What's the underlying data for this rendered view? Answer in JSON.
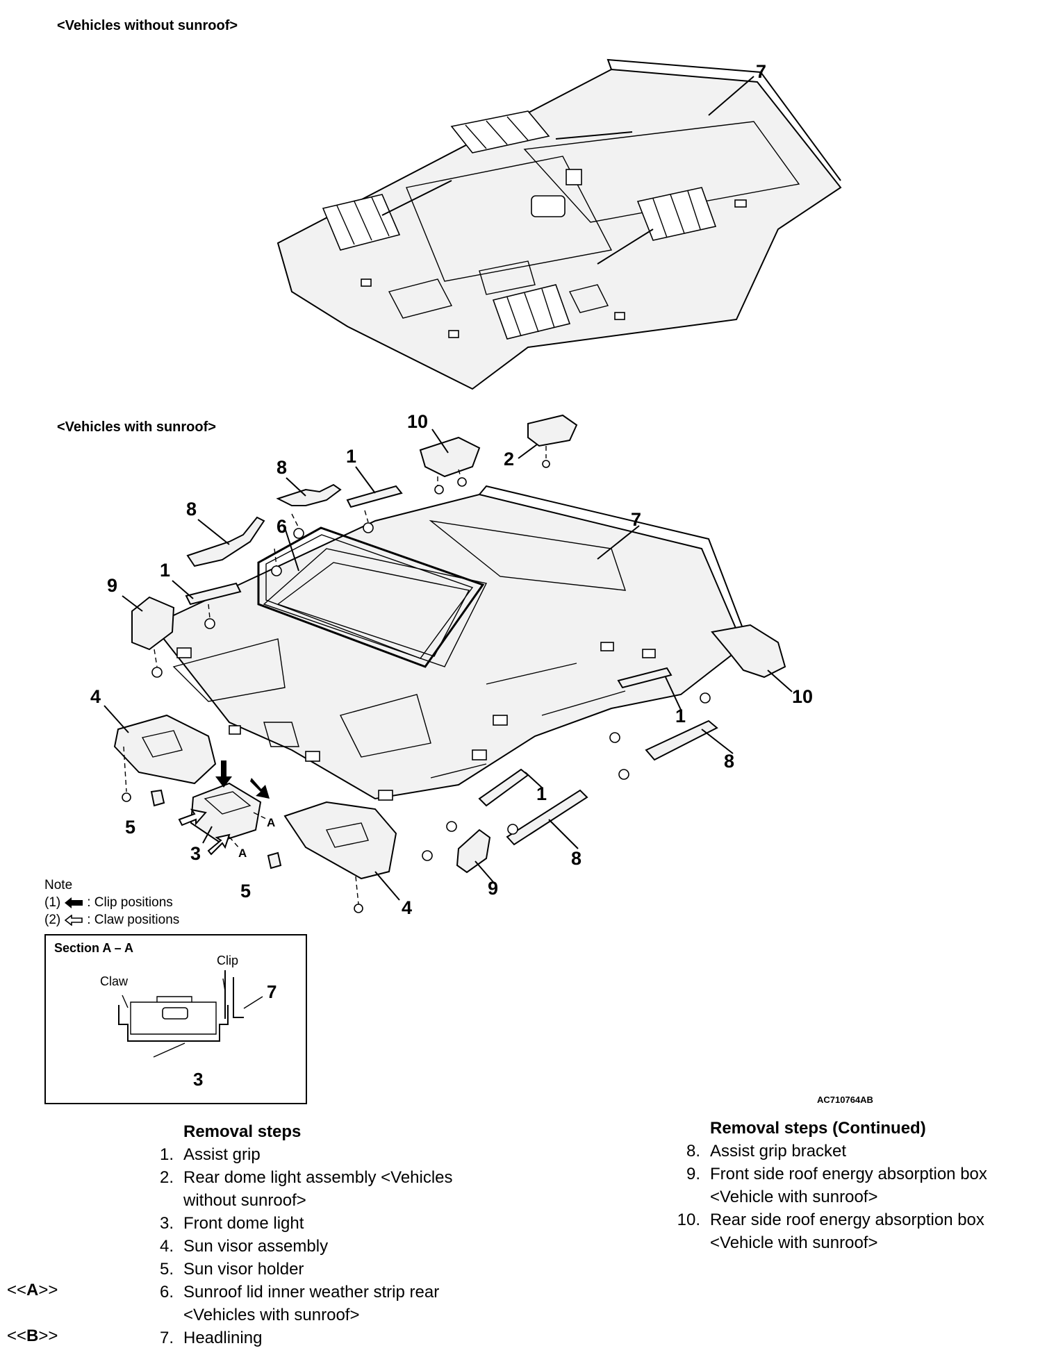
{
  "captions": {
    "without_sunroof": "<Vehicles without sunroof>",
    "with_sunroof": "<Vehicles with sunroof>"
  },
  "callouts": {
    "n1": "1",
    "n2": "2",
    "n3": "3",
    "n4": "4",
    "n5": "5",
    "n6": "6",
    "n7": "7",
    "n8": "8",
    "n9": "9",
    "n10": "10",
    "section_marker": "A"
  },
  "note": {
    "title": "Note",
    "item1_prefix": "(1)",
    "item1_text": ": Clip positions",
    "item2_prefix": "(2)",
    "item2_text": ": Claw positions"
  },
  "section": {
    "title": "Section A – A",
    "claw": "Claw",
    "clip": "Clip",
    "num7": "7",
    "num3": "3"
  },
  "figure_code": "AC710764AB",
  "removal_steps": {
    "title": "Removal steps",
    "items": [
      {
        "n": "1.",
        "text": "Assist grip"
      },
      {
        "n": "2.",
        "text": "Rear dome light assembly <Vehicles",
        "text2": "without sunroof>"
      },
      {
        "n": "3.",
        "text": "Front dome light"
      },
      {
        "n": "4.",
        "text": "Sun visor assembly"
      },
      {
        "n": "5.",
        "text": "Sun visor holder"
      },
      {
        "n": "6.",
        "text": "Sunroof lid inner weather strip rear",
        "text2": "<Vehicles with sunroof>"
      },
      {
        "n": "7.",
        "text": "Headlining"
      }
    ]
  },
  "removal_steps_continued": {
    "title": "Removal steps (Continued)",
    "items": [
      {
        "n": "8.",
        "text": "Assist grip bracket"
      },
      {
        "n": "9.",
        "text": "Front side roof energy absorption box",
        "text2": "<Vehicle with sunroof>"
      },
      {
        "n": "10.",
        "text": "Rear side roof energy absorption box",
        "text2": "<Vehicle with sunroof>"
      }
    ]
  },
  "reference_marks": {
    "a": {
      "open": "<<",
      "letter": "A",
      "close": ">>"
    },
    "b": {
      "open": "<<",
      "letter": "B",
      "close": ">>"
    }
  }
}
